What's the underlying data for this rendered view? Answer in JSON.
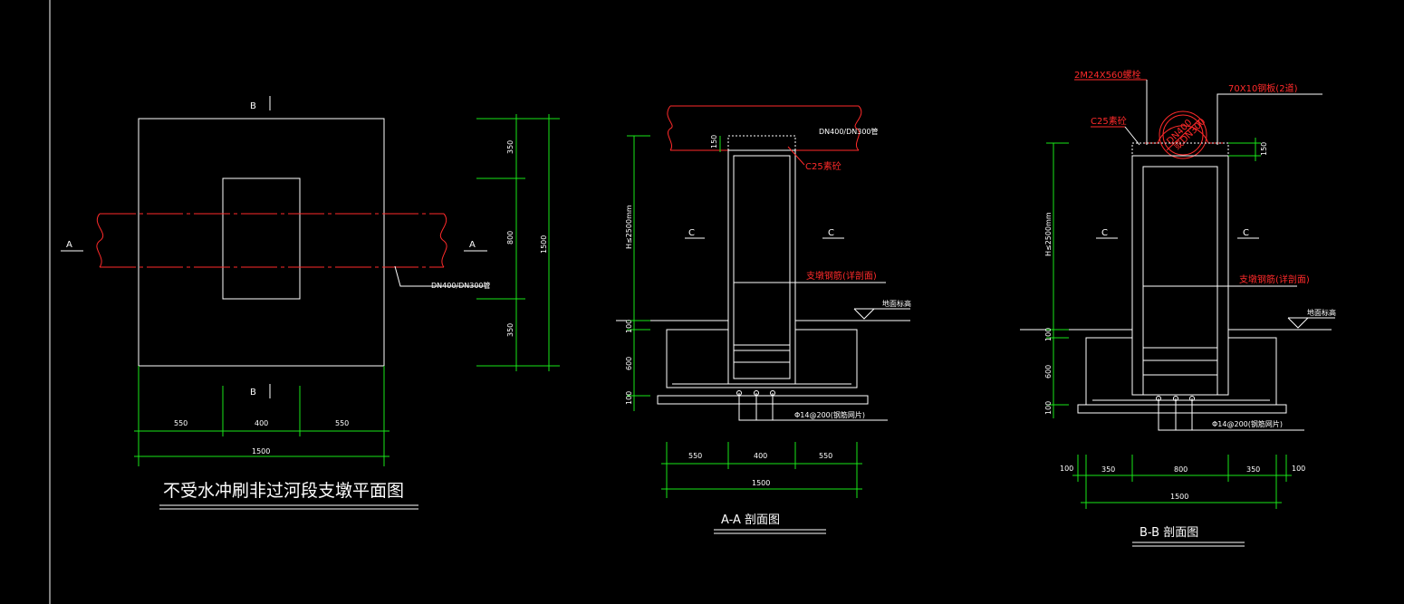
{
  "plan": {
    "title": "不受水冲刷非过河段支墩平面图",
    "section_a": "A",
    "section_b": "B",
    "pipe_label": "DN400/DN300管",
    "dims_bottom": [
      "550",
      "400",
      "550"
    ],
    "dim_total": "1500",
    "dims_right": [
      "350",
      "800",
      "350"
    ],
    "dim_right_total": "1500"
  },
  "section_aa": {
    "title": "A-A 剖面图",
    "pipe_label": "DN400/DN300管",
    "concrete_label": "C25素砼",
    "h_label": "H≤2500mm",
    "top_dim": "150",
    "mark_c": "C",
    "rebar_label": "支墩钢筋(详剖面)",
    "ground_label": "地面标高",
    "vdims": [
      "100",
      "600",
      "100"
    ],
    "mesh_label": "Φ14@200(钢筋网片)",
    "dims_bottom": [
      "550",
      "400",
      "550"
    ],
    "dim_total": "1500"
  },
  "section_bb": {
    "title": "B-B 剖面图",
    "bolt_label": "2M24X560螺栓",
    "steel_label": "70X10钢板(2道)",
    "concrete_label": "C25素砼",
    "pipe_text_1": "DN400",
    "pipe_text_2": "或DN300",
    "h_label": "H≤2500mm",
    "top_dim": "150",
    "mark_c": "C",
    "rebar_label": "支墩钢筋(详剖面)",
    "ground_label": "地面标高",
    "vdims": [
      "100",
      "600",
      "100"
    ],
    "mesh_label": "Φ14@200(钢筋网片)",
    "dims_bottom": [
      "100",
      "350",
      "800",
      "350",
      "100"
    ],
    "dim_total": "1500"
  }
}
